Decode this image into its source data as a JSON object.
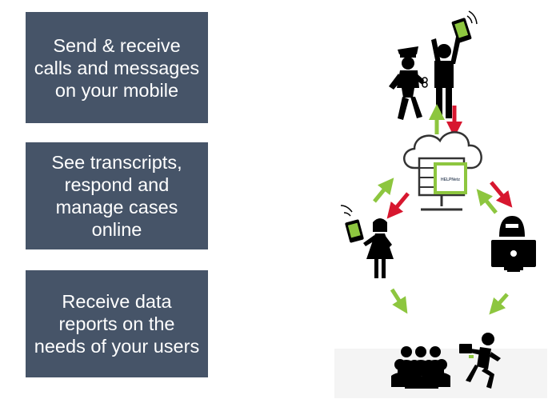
{
  "features": {
    "box1": "Send & receive calls and messages on your mobile",
    "box2": "See transcripts, respond and manage cases online",
    "box3": "Receive data reports on the needs of your users"
  },
  "server": {
    "logo_text": "HELPNetz"
  },
  "colors": {
    "box_bg": "#465468",
    "box_text": "#ffffff",
    "arrow_green": "#8dc63f",
    "arrow_red": "#d7172f",
    "icon": "#000000",
    "accent_green": "#8dc63f"
  },
  "icons": [
    "police-officer-icon",
    "person-with-phone-icon",
    "cloud-server-icon",
    "woman-with-phone-icon",
    "hacker-laptop-icon",
    "crowd-icon",
    "running-thief-icon"
  ]
}
